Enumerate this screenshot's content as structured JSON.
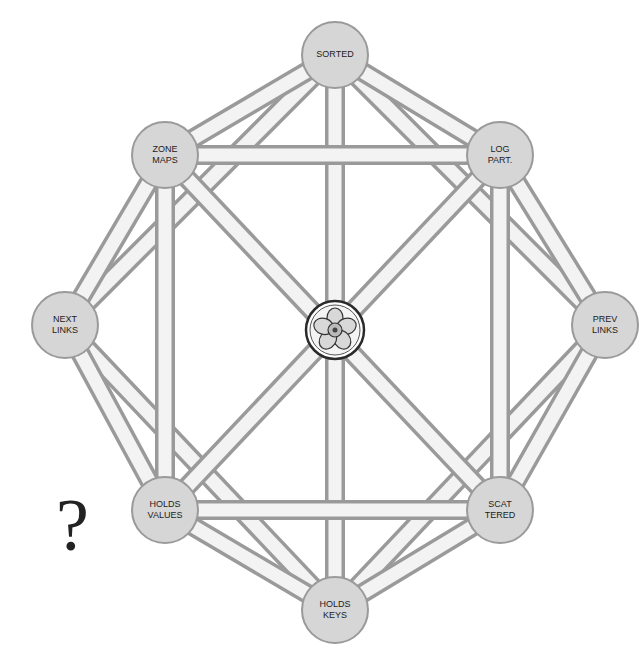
{
  "diagram": {
    "nodes": [
      {
        "text": [
          "SORTED"
        ]
      },
      {
        "text": [
          "ZONE MAPS"
        ]
      },
      {
        "text": [
          "LOG PART."
        ]
      },
      {
        "text": [
          "NEXT LINKS"
        ]
      },
      {
        "text": [
          "PREV LINKS"
        ]
      },
      {
        "text": [
          "HOLDS VALUES"
        ]
      },
      {
        "text": [
          "SCAT TERED"
        ]
      },
      {
        "text": [
          "HOLDS KEYS"
        ]
      }
    ],
    "edges": [
      {
        "from": 0,
        "to": 4,
        "arrow": "none"
      },
      {
        "from": 4,
        "to": 7,
        "arrow": "none"
      },
      {
        "from": 7,
        "to": 3,
        "arrow": "none"
      },
      {
        "from": 3,
        "to": 0,
        "arrow": "none"
      },
      {
        "from": 1,
        "to": 6,
        "arrow": "none"
      },
      {
        "from": 2,
        "to": 5,
        "arrow": "none"
      },
      {
        "from": 0,
        "to": 7,
        "arrow": "none"
      },
      {
        "from": 1,
        "to": 2,
        "arrow": "none"
      },
      {
        "from": 2,
        "to": 6,
        "arrow": "none"
      },
      {
        "from": 5,
        "to": 6,
        "arrow": "none"
      },
      {
        "from": 1,
        "to": 5,
        "arrow": "none"
      },
      {
        "from": 0,
        "to": 1,
        "arrow": "none"
      },
      {
        "from": 0,
        "to": 2,
        "arrow": "none"
      },
      {
        "from": 1,
        "to": 3,
        "arrow": "none"
      },
      {
        "from": 2,
        "to": 4,
        "arrow": "none"
      },
      {
        "from": 3,
        "to": 5,
        "arrow": "none"
      },
      {
        "from": 4,
        "to": 6,
        "arrow": "none"
      },
      {
        "from": 5,
        "to": 7,
        "arrow": "none"
      },
      {
        "from": 6,
        "to": 7,
        "arrow": "none"
      }
    ],
    "labels": [
      "?"
    ]
  }
}
